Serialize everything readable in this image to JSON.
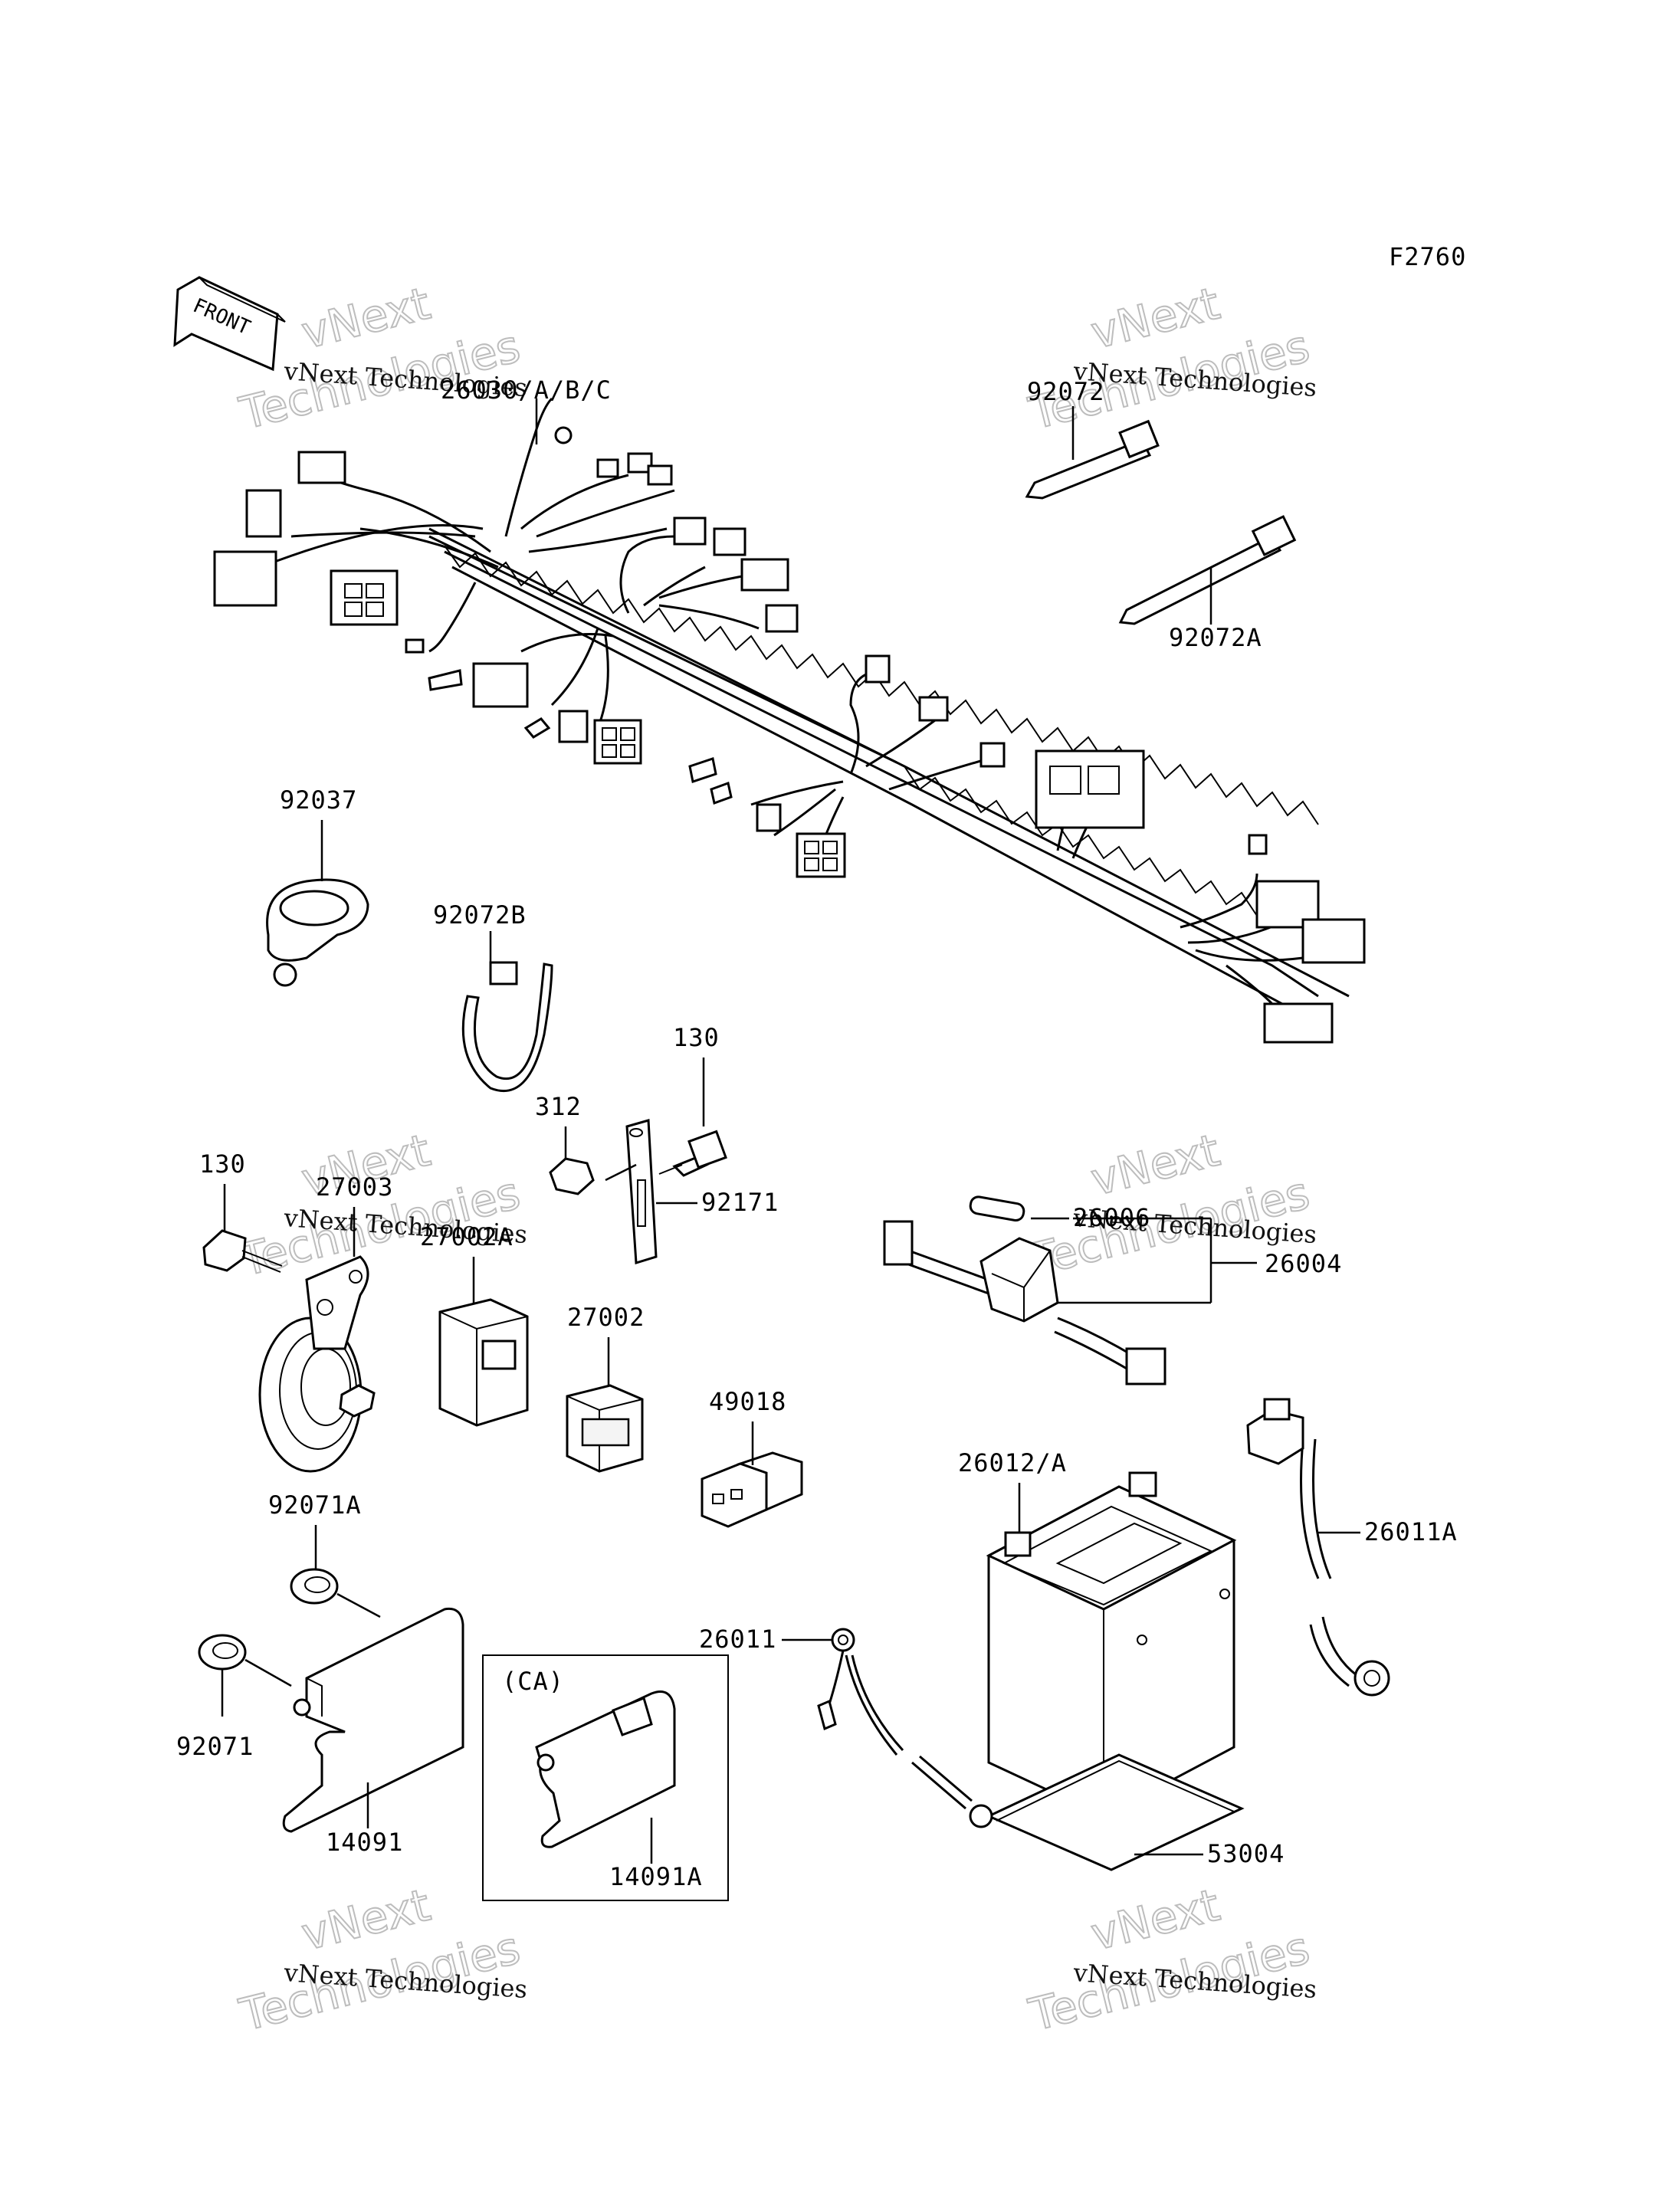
{
  "figure_code": "F2760",
  "front_label": "FRONT",
  "watermark": {
    "small": "vNext Technologies",
    "big": "Technologies",
    "top": "vNext"
  },
  "callouts": {
    "harness": "26030/A/B/C",
    "tie_short": "92072",
    "tie_long": "92072A",
    "clamp": "92037",
    "band": "92072B",
    "bolt_a": "130",
    "nut": "312",
    "bracket": "92171",
    "bolt_b": "130",
    "horn": "27003",
    "relay_a": "27002A",
    "relay_b": "27002",
    "connector": "49018",
    "fuse": "26006",
    "fuse_holder": "26004",
    "battery": "26012/A",
    "lead_a": "26011A",
    "lead": "26011",
    "mat": "53004",
    "grommet_a": "92071A",
    "grommet": "92071",
    "cover": "14091",
    "cover_a": "14091A",
    "ca": "(CA)"
  }
}
